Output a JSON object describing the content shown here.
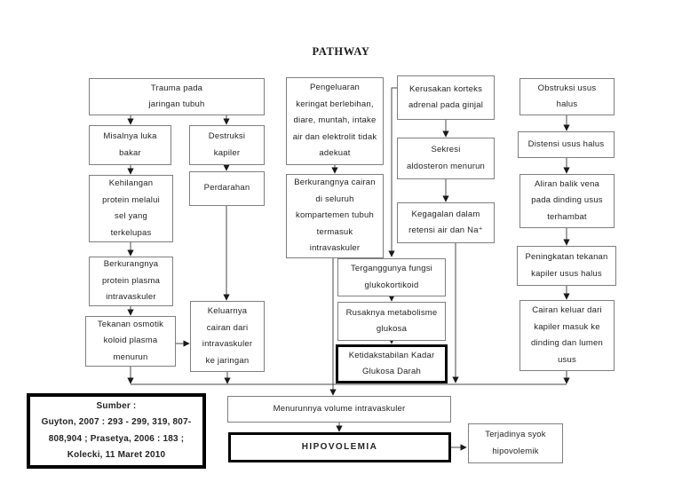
{
  "title": "PATHWAY",
  "nodes": {
    "trauma": "Trauma pada\njaringan tubuh",
    "luka_bakar": "Misalnya luka\nbakar",
    "destruksi": "Destruksi\nkapiler",
    "kehilangan_protein": "Kehilangan\nprotein melalui\nsel yang\nterkelupas",
    "perdarahan": "Perdarahan",
    "berkurang_protein": "Berkurangnya\nprotein plasma\nintravaskuler",
    "tekanan_osmotik": "Tekanan osmotik\nkoloid plasma\nmenurun",
    "keluarnya_cairan": "Keluarnya\ncairan dari\nintravaskuler\nke jaringan",
    "pengeluaran": "Pengeluaran\nkeringat berlebihan,\ndiare, muntah, intake\nair dan elektrolit tidak\nadekuat",
    "berkurang_cairan": "Berkurangnya cairan\ndi seluruh\nkompartemen tubuh\ntermasuk\nintravaskuler",
    "kerusakan_korteks": "Kerusakan korteks\nadrenal pada ginjal",
    "sekresi_aldosteron": "Sekresi\naldosteron menurun",
    "kegagalan_retensi": "Kegagalan dalam\nretensi air dan Na⁺",
    "terganggu_fungsi": "Terganggunya fungsi\nglukokortikoid",
    "rusak_metabolisme": "Rusaknya metabolisme\nglukosa",
    "ketidakstabilan": "Ketidakstabilan Kadar\nGlukosa Darah",
    "obstruksi": "Obstruksi usus\nhalus",
    "distensi": "Distensi usus halus",
    "aliran_balik": "Aliran balik vena\npada dinding usus\nterhambat",
    "peningkatan_tekanan": "Peningkatan tekanan\nkapiler usus halus",
    "cairan_keluar": "Cairan keluar dari\nkapiler masuk ke\ndinding dan lumen\nusus",
    "sumber": "Sumber :\nGuyton, 2007 : 293 - 299, 319, 807-\n808,904 ; Prasetya, 2006 : 183 ;\nKolecki, 11 Maret 2010",
    "menurun_volume": "Menurunnya volume intravaskuler",
    "hipovolemia": "HIPOVOLEMIA",
    "syok": "Terjadinya syok\nhipovolemik"
  },
  "colors": {
    "background": "#ffffff",
    "box_border": "#7f7f7f",
    "emphasis_border": "#000000",
    "text": "#242424",
    "arrow": "#4a4a4a"
  }
}
